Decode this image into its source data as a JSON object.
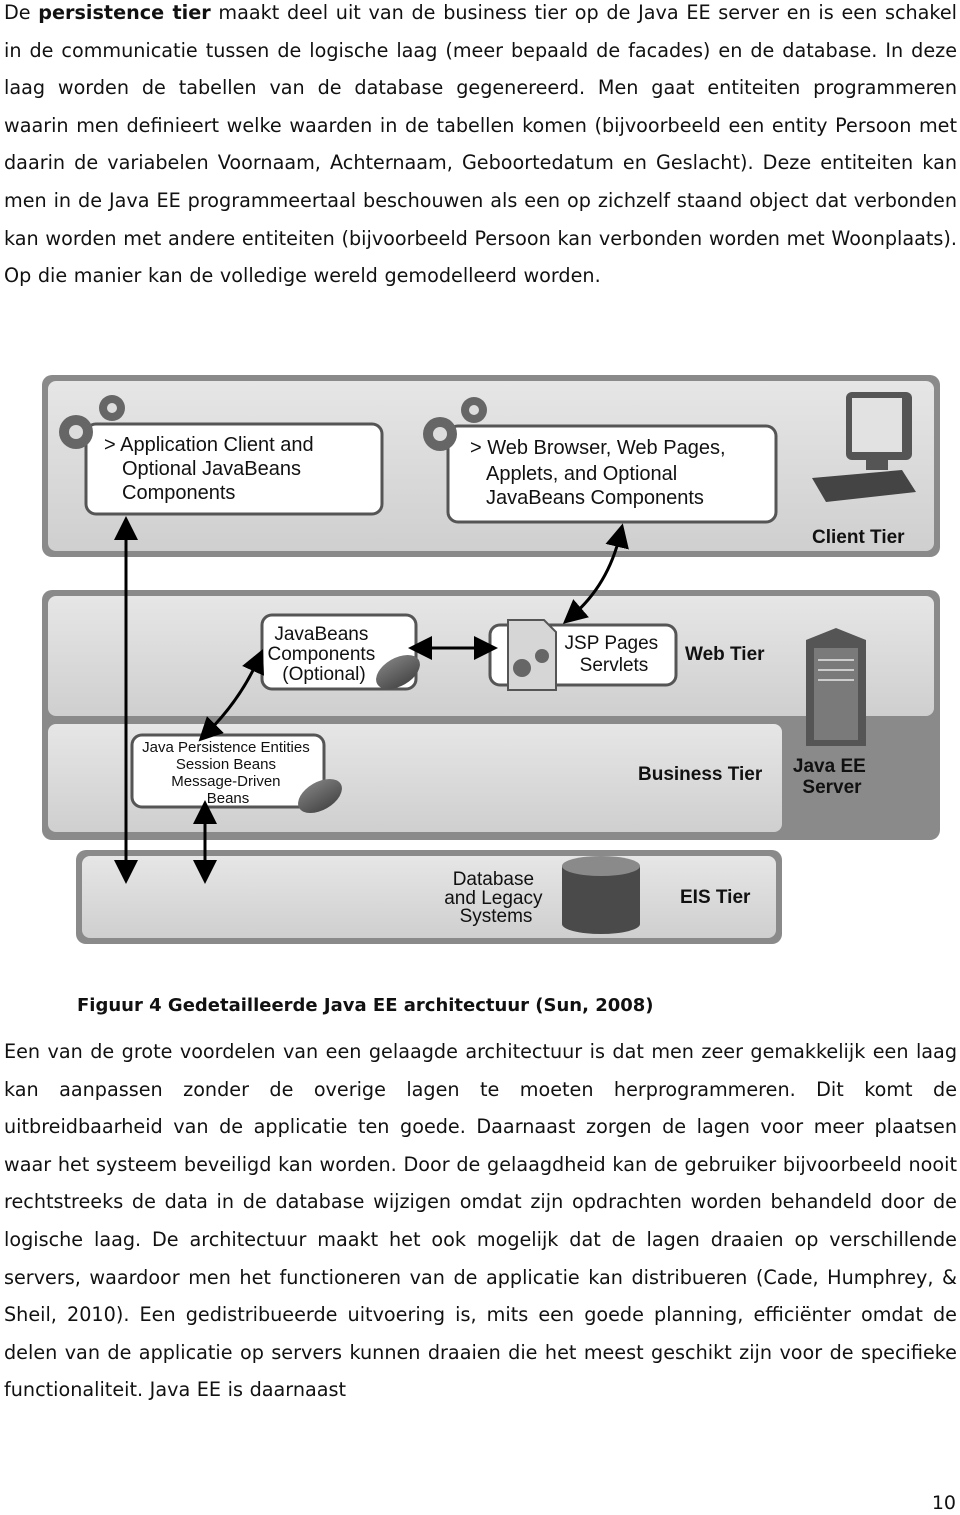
{
  "paragraph1": {
    "bold_term": "persistence tier",
    "prefix": "De ",
    "rest": " maakt deel uit van de business tier op de Java EE server en is een schakel in de communicatie tussen de logische laag (meer bepaald de facades) en de database. In deze laag worden de tabellen van de database gegenereerd. Men gaat entiteiten programmeren waarin men definieert welke waarden in de tabellen komen (bijvoorbeeld een entity Persoon met daarin de variabelen Voornaam, Achternaam, Geboortedatum en Geslacht). Deze entiteiten kan men in de Java EE programmeertaal beschouwen als een op zichzelf staand object dat verbonden kan worden met andere entiteiten (bijvoorbeeld Persoon kan verbonden worden met Woonplaats). Op die manier kan de volledige wereld gemodelleerd worden."
  },
  "figure": {
    "client_app": [
      "> Application Client and",
      "Optional JavaBeans",
      "Components"
    ],
    "client_web": [
      "> Web Browser, Web Pages,",
      "Applets, and Optional",
      "JavaBeans Components"
    ],
    "client_tier": "Client Tier",
    "javabeans": [
      "JavaBeans",
      "Components",
      "(Optional)"
    ],
    "jsp": [
      "JSP Pages",
      "Servlets"
    ],
    "web_tier": "Web Tier",
    "persistence": [
      "Java Persistence Entities",
      "Session Beans",
      "Message-Driven",
      "Beans"
    ],
    "business_tier": "Business Tier",
    "server": [
      "Java EE",
      "Server"
    ],
    "database": [
      "Database",
      "and Legacy",
      "Systems"
    ],
    "eis_tier": "EIS Tier"
  },
  "caption": "Figuur 4 Gedetailleerde Java EE architectuur (Sun, 2008)",
  "paragraph2": "Een van de grote voordelen van een gelaagde architectuur is dat men zeer gemakkelijk een laag kan aanpassen zonder de overige lagen te moeten herprogrammeren. Dit komt de uitbreidbaarheid van de applicatie ten goede. Daarnaast zorgen de lagen voor meer plaatsen waar het systeem beveiligd kan worden. Door de gelaagdheid kan de gebruiker bijvoorbeeld nooit rechtstreeks de data in de database wijzigen omdat zijn opdrachten worden behandeld door de logische laag. De architectuur maakt het ook mogelijk dat de lagen draaien op verschillende servers, waardoor men het functioneren van de applicatie kan distribueren (Cade, Humphrey, & Sheil, 2010). Een gedistribueerde uitvoering is, mits een goede planning, efficiënter omdat de delen van de applicatie op servers kunnen draaien die het meest geschikt zijn voor de specifieke functionaliteit. Java EE is daarnaast",
  "page_number": "10"
}
